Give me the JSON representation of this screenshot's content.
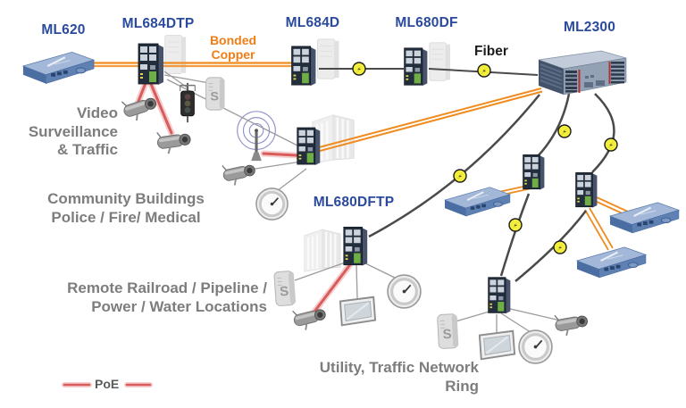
{
  "colors": {
    "label_blue": "#2a4a9d",
    "zone_gray": "#7d7d7d",
    "copper_orange": "#ef8c1f",
    "orange_text": "#f07d16",
    "poe_red": "#d95c5c",
    "fiber_dark": "#4a4a4a",
    "connector_gray": "#9b9b9b",
    "bolt_yellow": "#f2ee3a"
  },
  "device_labels": {
    "ml620": "ML620",
    "ml684dtp": "ML684DTP",
    "ml684d": "ML684D",
    "ml680df": "ML680DF",
    "ml2300": "ML2300",
    "ml680dftp": "ML680DFTP"
  },
  "link_labels": {
    "bonded_copper": "Bonded\nCopper",
    "fiber": "Fiber"
  },
  "legend": {
    "poe": "PoE"
  },
  "zone_labels": {
    "video_surveillance": "Video\nSurveillance\n& Traffic",
    "community_buildings": "Community Buildings\nPolice / Fire/ Medical",
    "remote_locations": "Remote Railroad / Pipeline /\nPower / Water Locations",
    "utility_ring": "Utility, Traffic Network\nRing"
  },
  "icon_text": {
    "server_s": "S"
  }
}
